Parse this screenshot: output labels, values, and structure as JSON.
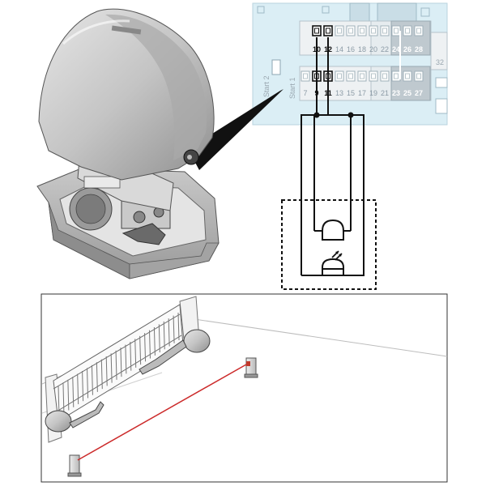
{
  "terminal_board": {
    "labels": {
      "start_2": "Start 2",
      "start_1": "Start 1",
      "t32": "32"
    },
    "top_row": [
      "10",
      "12",
      "14",
      "16",
      "18",
      "20",
      "22",
      "24",
      "26",
      "28"
    ],
    "bottom_row": [
      "7",
      "9",
      "11",
      "13",
      "15",
      "17",
      "19",
      "21",
      "23",
      "25",
      "27"
    ]
  },
  "colors": {
    "board_bg": "#dbeef5",
    "terminal": "#eef1f3",
    "beam": "#cc2a2a",
    "motor_housing": "#bfbfbf",
    "wire": "#111111"
  },
  "icons": [
    "gate-motor-unit",
    "photocell-receiver",
    "photocell-transmitter",
    "swing-gate",
    "photocell-post"
  ]
}
